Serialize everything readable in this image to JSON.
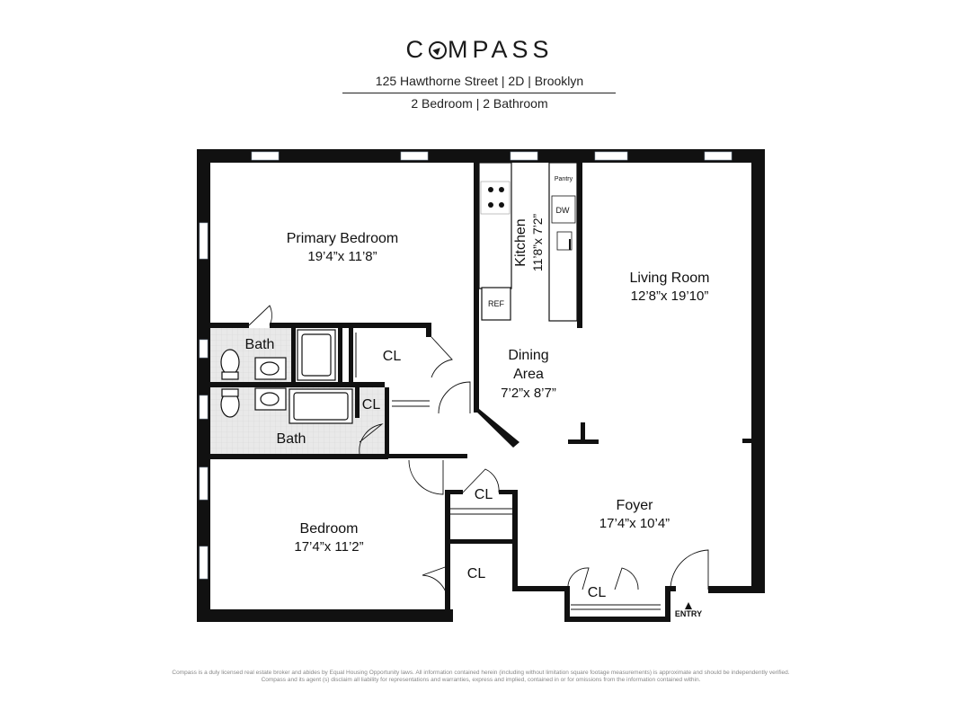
{
  "brand": {
    "name_pre": "C",
    "name_post": "MPASS",
    "logo_icon": "compass-o-icon"
  },
  "listing": {
    "address": "125 Hawthorne Street | 2D | Brooklyn",
    "summary": "2 Bedroom | 2 Bathroom"
  },
  "rooms": {
    "primary_bedroom": {
      "name": "Primary Bedroom",
      "dims": "19’4”x 11’8”"
    },
    "bath_1": {
      "name": "Bath"
    },
    "bath_2": {
      "name": "Bath"
    },
    "closet_1": {
      "name": "CL"
    },
    "closet_2": {
      "name": "CL"
    },
    "closet_3": {
      "name": "CL"
    },
    "closet_4": {
      "name": "CL"
    },
    "closet_5": {
      "name": "CL"
    },
    "kitchen": {
      "name": "Kitchen",
      "dims": "11’8”x 7’2”"
    },
    "dining": {
      "name_line1": "Dining",
      "name_line2": "Area",
      "dims": "7’2”x 8’7”"
    },
    "living": {
      "name": "Living Room",
      "dims": "12’8”x 19’10”"
    },
    "bedroom": {
      "name": "Bedroom",
      "dims": "17’4”x 11’2”"
    },
    "foyer": {
      "name": "Foyer",
      "dims": "17’4”x 10’4”"
    }
  },
  "fixtures": {
    "pantry": "Pantry",
    "dishwasher": "DW",
    "refrigerator": "REF",
    "entry": "ENTRY"
  },
  "colors": {
    "wall": "#111111",
    "bath_floor": "#e6e6e6",
    "window": "#ffffff",
    "counter": "#c9c9c9"
  },
  "disclaimer": "Compass is a duly licensed real estate broker and abides by Equal Housing Opportunity laws. All information contained herein (including without limitation square footage measurements) is approximate and should be independently verified. Compass and its agent (s) disclaim all liability for representations and warranties, express and implied, contained in or for omissions from the information contained within."
}
